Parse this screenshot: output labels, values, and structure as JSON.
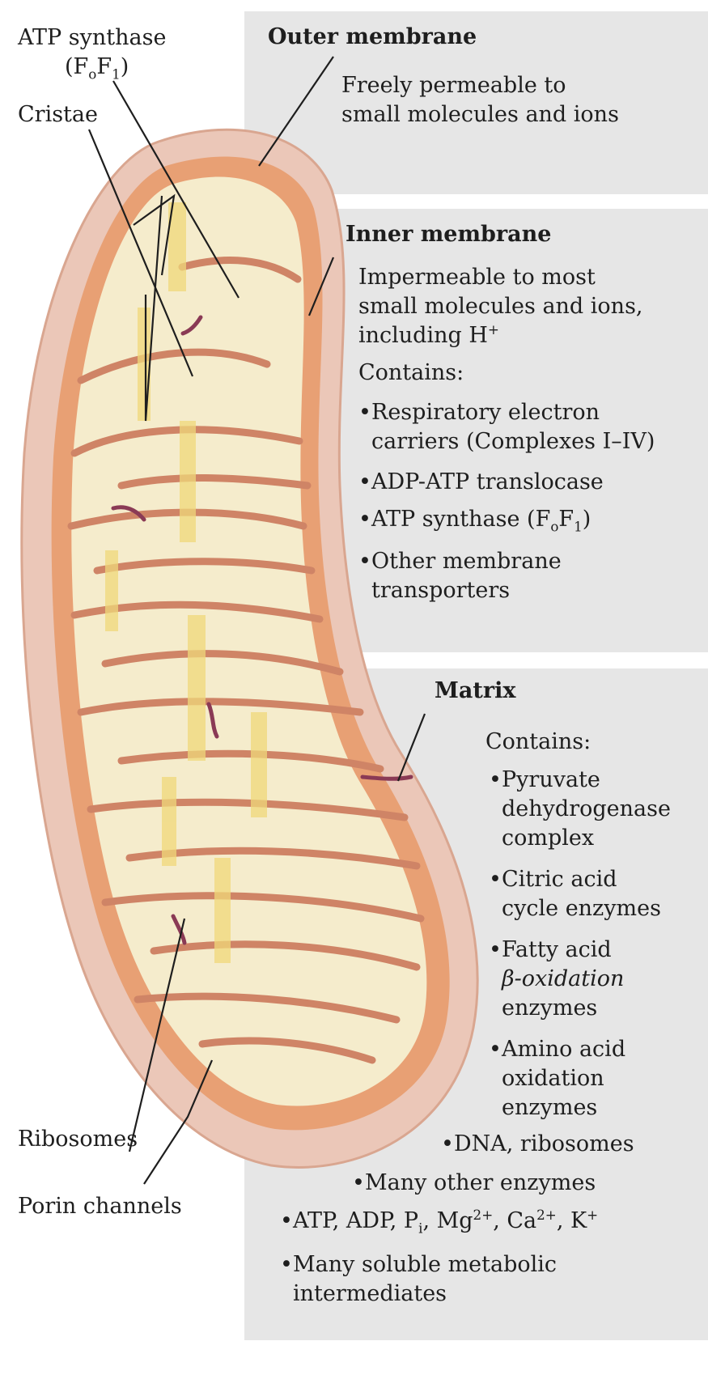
{
  "outer_membrane": {
    "title": "Outer membrane",
    "description": [
      "Freely permeable to",
      "small molecules and ions"
    ]
  },
  "inner_membrane": {
    "title": "Inner membrane",
    "description": [
      "Impermeable to most",
      "small molecules and ions,",
      "including H"
    ],
    "h_plus_sup": "+",
    "contains_label": "Contains:",
    "items": {
      "respiratory": [
        "Respiratory electron",
        "carriers (Complexes I–IV)"
      ],
      "translocase": "ADP-ATP translocase",
      "synthase": {
        "pre": "ATP synthase (F",
        "sub1": "o",
        "mid": "F",
        "sub2": "1",
        "post": ")"
      },
      "transporters": [
        "Other membrane",
        "transporters"
      ]
    }
  },
  "matrix": {
    "title": "Matrix",
    "contains_label": "Contains:",
    "items": {
      "pyruvate": [
        "Pyruvate",
        "dehydrogenase",
        "complex"
      ],
      "citric": [
        "Citric acid",
        "cycle enzymes"
      ],
      "fatty": [
        "Fatty acid",
        "β-oxidation",
        "enzymes"
      ],
      "amino": [
        "Amino acid",
        "oxidation",
        "enzymes"
      ],
      "dna": "DNA, ribosomes",
      "other_enzymes": "Many other enzymes",
      "ions": {
        "a": "ATP, ADP, P",
        "a_sub": "i",
        "b": ", Mg",
        "b_sup": "2+",
        "c": ", Ca",
        "c_sup": "2+",
        "d": ", K",
        "d_sup": "+"
      },
      "soluble": [
        "Many soluble metabolic",
        "intermediates"
      ]
    }
  },
  "left_labels": {
    "atp_synthase": {
      "line1": "ATP synthase",
      "pre": "(F",
      "sub1": "o",
      "mid": "F",
      "sub2": "1",
      "post": ")"
    },
    "cristae": "Cristae",
    "ribosomes": "Ribosomes",
    "porin": "Porin channels"
  },
  "colors": {
    "panel": "#e6e6e6",
    "outer_membrane": "#ebc7b8",
    "intermembrane": "#e8a074",
    "cristae": "#cf8466",
    "matrix": "#f5eccc",
    "leader_line": "#1e1e1e"
  }
}
